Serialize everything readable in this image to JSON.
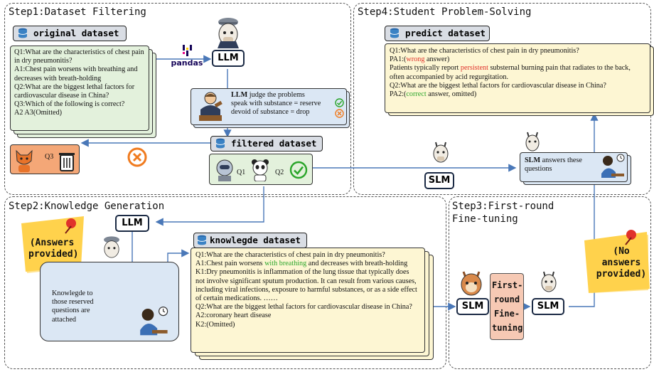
{
  "steps": {
    "step1": "Step1:Dataset Filtering",
    "step2": "Step2:Knowledge Generation",
    "step3_line1": "Step3:First-round",
    "step3_line2": "Fine-tuning",
    "step4": "Step4:Student Problem-Solving"
  },
  "datasets": {
    "original": "original dataset",
    "filtered": "filtered dataset",
    "knowledge": "knowlegde dataset",
    "predict": "predict dataset"
  },
  "original_card": [
    "Q1:What are the characteristics of chest pain in dry pneumonitis?",
    "A1:Chest pain worsens with breathing and decreases with breath-holding",
    "Q2:What are the biggest lethal factors for cardiovascular disease in China?",
    "Q3:Which of the following is correct?",
    "A2 A3(Omitted)"
  ],
  "pandas_label": "pandas",
  "models": {
    "llm": "LLM",
    "slm": "SLM"
  },
  "judge": {
    "bold": "LLM",
    "line1_rest": " judge the problems",
    "line2": "speak with substance = reserve",
    "line3": "devoid of substance  = drop"
  },
  "filtered_items": {
    "q1": "Q1",
    "q2": "Q2",
    "q3": "Q3"
  },
  "predict_card": {
    "q1": "Q1:What are the characteristics of chest pain in dry pneumonitis?",
    "pa1_prefix": "PA1:(",
    "pa1_word": "wrong",
    "pa1_suffix": " answer)",
    "p_prefix": "Patients typically report ",
    "p_word": "persistent",
    "p_suffix": " substernal burning pain that radiates to the back, often accompanied by acid regurgitation.",
    "q2": "Q2:What are the biggest lethal factors for cardiovascular disease in China?",
    "pa2_prefix": "PA2:(",
    "pa2_word": "correct",
    "pa2_suffix": " answer, omitted)"
  },
  "slm_answers": {
    "bold": "SLM",
    "rest": " answers these questions"
  },
  "knowledge_card": {
    "q1": "Q1:What are the characteristics of chest pain in dry pneumonitis?",
    "a1_prefix": "A1:Chest pain worsens ",
    "a1_word": "with breathing",
    "a1_suffix": " and decreases with breath-holding",
    "k1": "K1:Dry pneumonitis is inflammation of the lung tissue that typically does not involve significant sputum production. It can result from various causes, including viral infections, exposure to harmful substances, or as a side effect of certain medications. ……",
    "q2": "Q2:What are the biggest lethal factors for cardiovascular disease in China?",
    "a2": "A2:coronary heart disease",
    "k2": "K2:(Omitted)"
  },
  "knowledge_note": "Knowlegde to those reserved questions are attached",
  "notes": {
    "answers_provided": "(Answers provided)",
    "no_answers_provided": "(No answers provided)"
  },
  "finetune_label": "First-round Fine-tuning",
  "colors": {
    "arrow": "#4a78b8",
    "label_bg": "#d9dde4",
    "green_card": "#e3f1dc",
    "yellow_card": "#fdf6d3",
    "blue_card": "#dbe7f4",
    "note": "#ffd24d",
    "finetune_box": "#f6c9b4",
    "drop": "#f07b1f"
  }
}
